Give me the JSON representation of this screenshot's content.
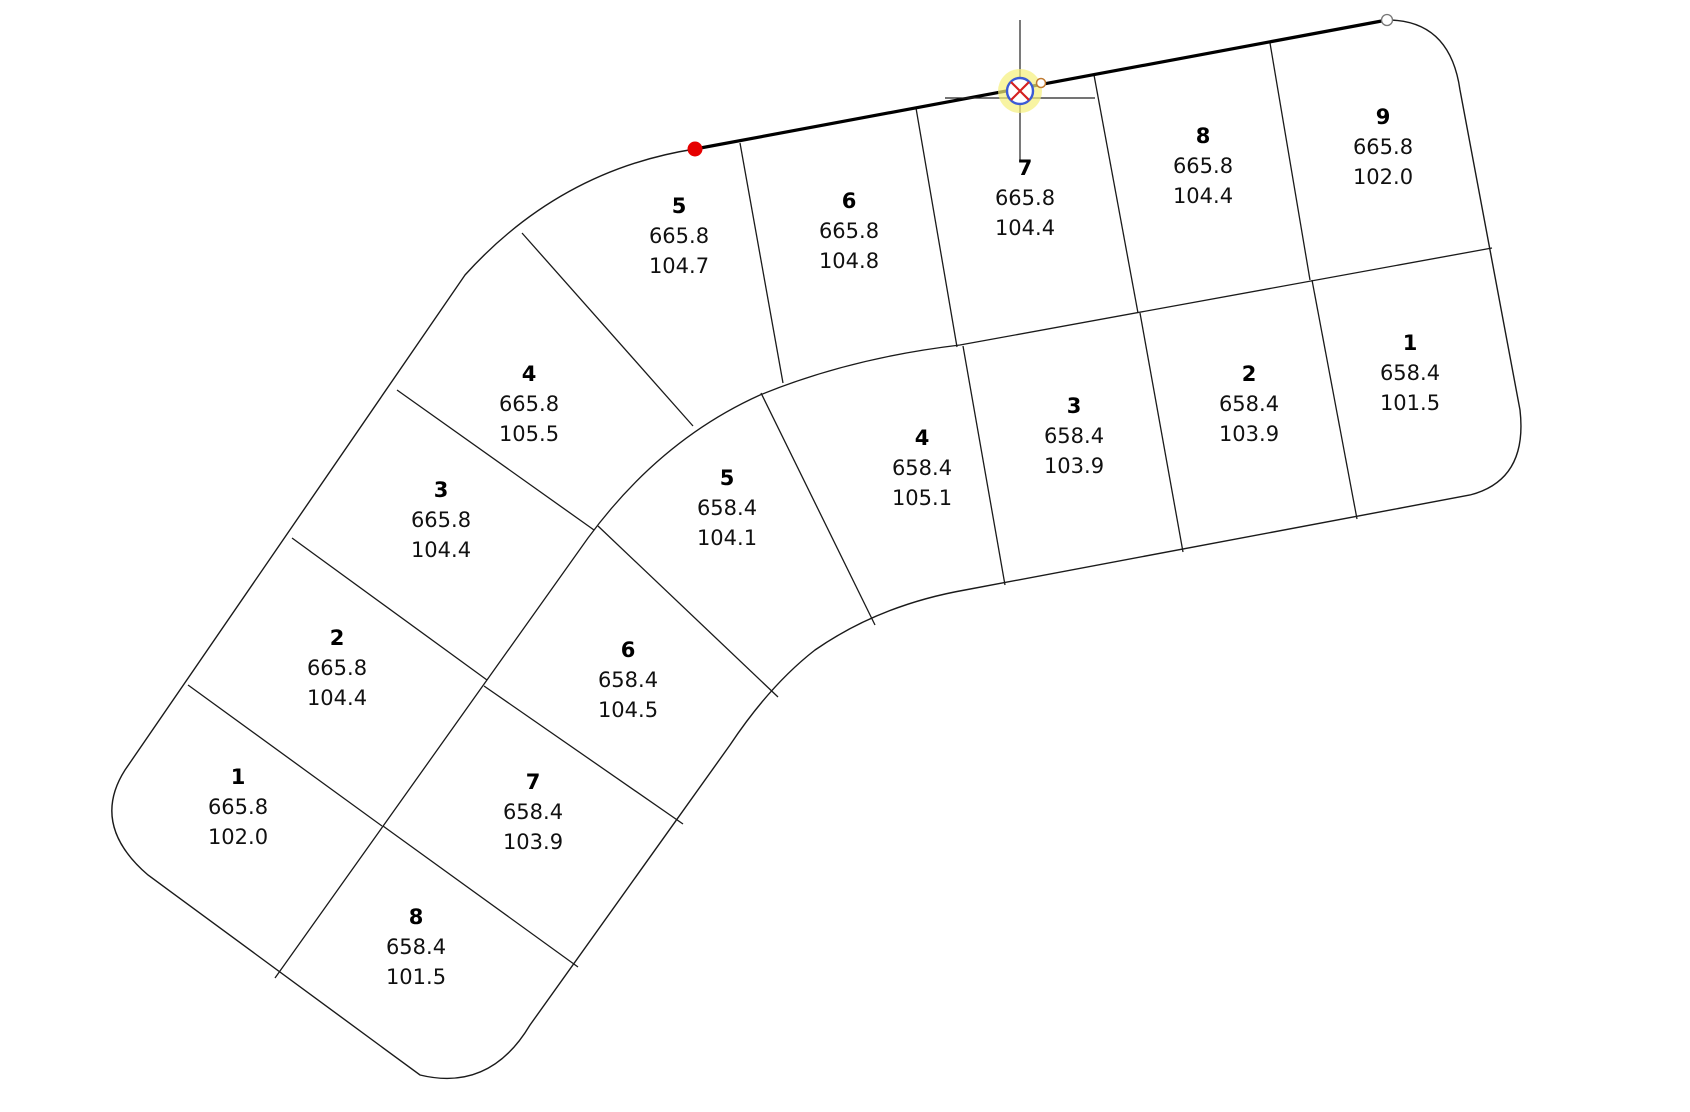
{
  "lots": [
    {
      "number": "1",
      "area": "665.8",
      "frontage": "102.0"
    },
    {
      "number": "2",
      "area": "665.8",
      "frontage": "104.4"
    },
    {
      "number": "3",
      "area": "665.8",
      "frontage": "104.4"
    },
    {
      "number": "4",
      "area": "665.8",
      "frontage": "105.5"
    },
    {
      "number": "5",
      "area": "665.8",
      "frontage": "104.7"
    },
    {
      "number": "6",
      "area": "665.8",
      "frontage": "104.8"
    },
    {
      "number": "7",
      "area": "665.8",
      "frontage": "104.4"
    },
    {
      "number": "8",
      "area": "665.8",
      "frontage": "104.4"
    },
    {
      "number": "9",
      "area": "665.8",
      "frontage": "102.0"
    },
    {
      "number": "1",
      "area": "658.4",
      "frontage": "101.5"
    },
    {
      "number": "2",
      "area": "658.4",
      "frontage": "103.9"
    },
    {
      "number": "3",
      "area": "658.4",
      "frontage": "103.9"
    },
    {
      "number": "4",
      "area": "658.4",
      "frontage": "105.1"
    },
    {
      "number": "5",
      "area": "658.4",
      "frontage": "104.1"
    },
    {
      "number": "6",
      "area": "658.4",
      "frontage": "104.5"
    },
    {
      "number": "7",
      "area": "658.4",
      "frontage": "103.9"
    },
    {
      "number": "8",
      "area": "658.4",
      "frontage": "101.5"
    }
  ],
  "colors": {
    "line": "#1a1a1a",
    "selected_edge": "#000000",
    "start_vertex": "#e60000",
    "end_vertex": "#ffffff",
    "snap_halo": "#f5f07a",
    "snap_ring": "#3b5bd6",
    "snap_cross": "#d42020"
  },
  "icons": {
    "cursor": "crosshair-cursor-icon",
    "snap": "snap-marker-icon"
  }
}
